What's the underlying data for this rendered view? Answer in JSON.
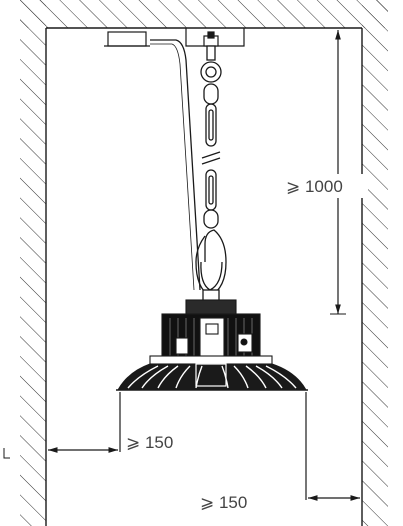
{
  "labels": {
    "ceiling_clearance": "⩾ 1000",
    "left_wall_clearance": "⩾ 150",
    "right_wall_clearance": "⩾ 150"
  },
  "colors": {
    "line": "#1a1a1a",
    "dimension_text": "#444444",
    "background": "#ffffff"
  }
}
